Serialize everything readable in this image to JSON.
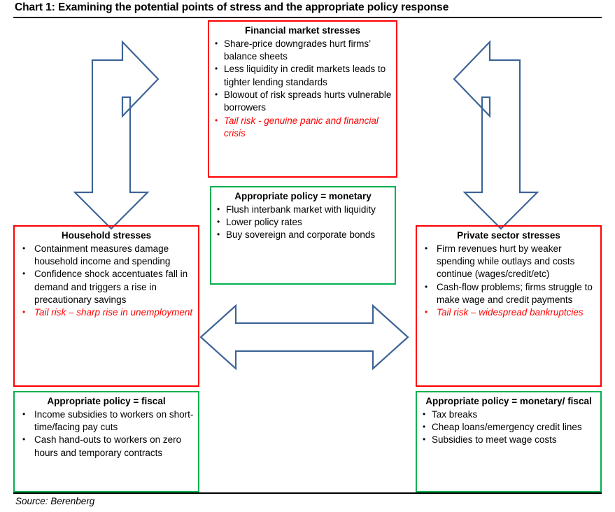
{
  "title": "Chart 1: Examining the potential points of stress and the appropriate policy response",
  "source": "Source: Berenberg",
  "colors": {
    "stress_border": "#FF0000",
    "policy_border": "#00B050",
    "arrow_stroke": "#3D6496",
    "tail_risk_text": "#FF0000",
    "body_text": "#000000"
  },
  "boxes": {
    "financial_market": {
      "kind": "stress",
      "heading": "Financial market stresses",
      "bullets": [
        "Share-price downgrades hurt firms’ balance sheets",
        "Less liquidity in credit markets leads to tighter lending standards",
        "Blowout of risk spreads hurts vulnerable borrowers"
      ],
      "tail_risk": "Tail risk - genuine panic and financial crisis"
    },
    "monetary_policy": {
      "kind": "policy",
      "heading": "Appropriate policy = monetary",
      "bullets": [
        "Flush interbank market with liquidity",
        "Lower policy rates",
        "Buy sovereign and corporate bonds"
      ]
    },
    "household": {
      "kind": "stress",
      "heading": "Household stresses",
      "bullets": [
        "Containment measures damage household income and  spending",
        "Confidence shock accentuates fall in demand and  triggers a rise in precautionary savings"
      ],
      "tail_risk": "Tail risk – sharp rise in unemployment"
    },
    "fiscal_policy": {
      "kind": "policy",
      "heading": "Appropriate policy = fiscal",
      "bullets": [
        "Income subsidies to workers on short-time/facing pay cuts",
        "Cash hand-outs to workers on zero hours and temporary contracts"
      ]
    },
    "private_sector": {
      "kind": "stress",
      "heading": "Private sector stresses",
      "bullets": [
        "Firm revenues hurt by weaker spending while outlays and costs continue (wages/credit/etc)",
        "Cash-flow problems; firms struggle to make wage and credit payments"
      ],
      "tail_risk": "Tail risk – widespread bankruptcies"
    },
    "monetary_fiscal_policy": {
      "kind": "policy",
      "heading": "Appropriate policy = monetary/ fiscal",
      "bullets": [
        "Tax breaks",
        "Cheap loans/emergency credit lines",
        "Subsidies to meet wage costs"
      ]
    }
  },
  "arrows": [
    {
      "name": "household-to-financial-market",
      "shape": "bent-double-headed",
      "from": "Household stresses",
      "to": "Financial market stresses",
      "heads": [
        "right",
        "down"
      ]
    },
    {
      "name": "financial-market-to-private-sector",
      "shape": "bent-double-headed",
      "from": "Financial market stresses",
      "to": "Private sector stresses",
      "heads": [
        "left",
        "down"
      ]
    },
    {
      "name": "household-to-private-sector",
      "shape": "horizontal-double-headed",
      "from": "Household stresses",
      "to": "Private sector stresses",
      "heads": [
        "left",
        "right"
      ]
    }
  ]
}
